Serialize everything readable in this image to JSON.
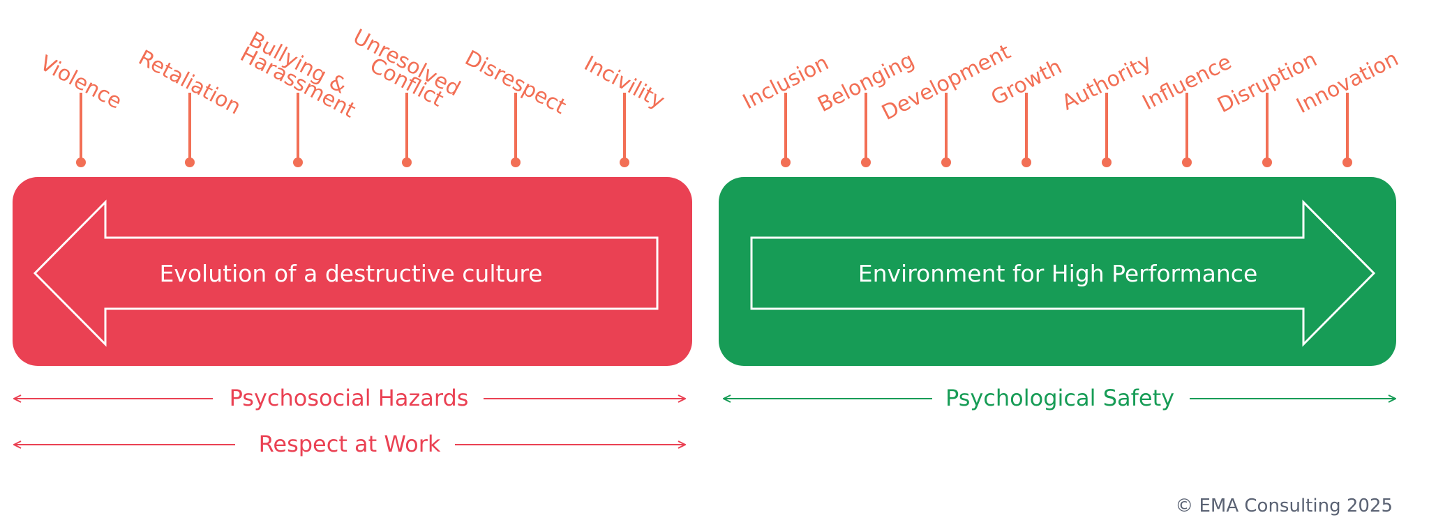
{
  "colors": {
    "hazard_red": "#ea4153",
    "safety_green": "#179c56",
    "label_orange": "#f26f55",
    "copyright_gray": "#5a6273"
  },
  "left_labels": [
    [
      "Violence"
    ],
    [
      "Retaliation"
    ],
    [
      "Bullying &",
      "Harassment"
    ],
    [
      "Unresolved",
      "Conflict"
    ],
    [
      "Disrespect"
    ],
    [
      "Incivility"
    ]
  ],
  "right_labels": [
    [
      "Inclusion"
    ],
    [
      "Belonging"
    ],
    [
      "Development"
    ],
    [
      "Growth"
    ],
    [
      "Authority"
    ],
    [
      "Influence"
    ],
    [
      "Disruption"
    ],
    [
      "Innovation"
    ]
  ],
  "left_panel": {
    "text": "Evolution of a destructive culture"
  },
  "right_panel": {
    "text": "Environment for High Performance"
  },
  "ranges": {
    "psychosocial_hazards": "Psychosocial Hazards",
    "respect_at_work": "Respect at Work",
    "psychological_safety": "Psychological Safety"
  },
  "footer": {
    "copyright": "© EMA Consulting 2025"
  }
}
